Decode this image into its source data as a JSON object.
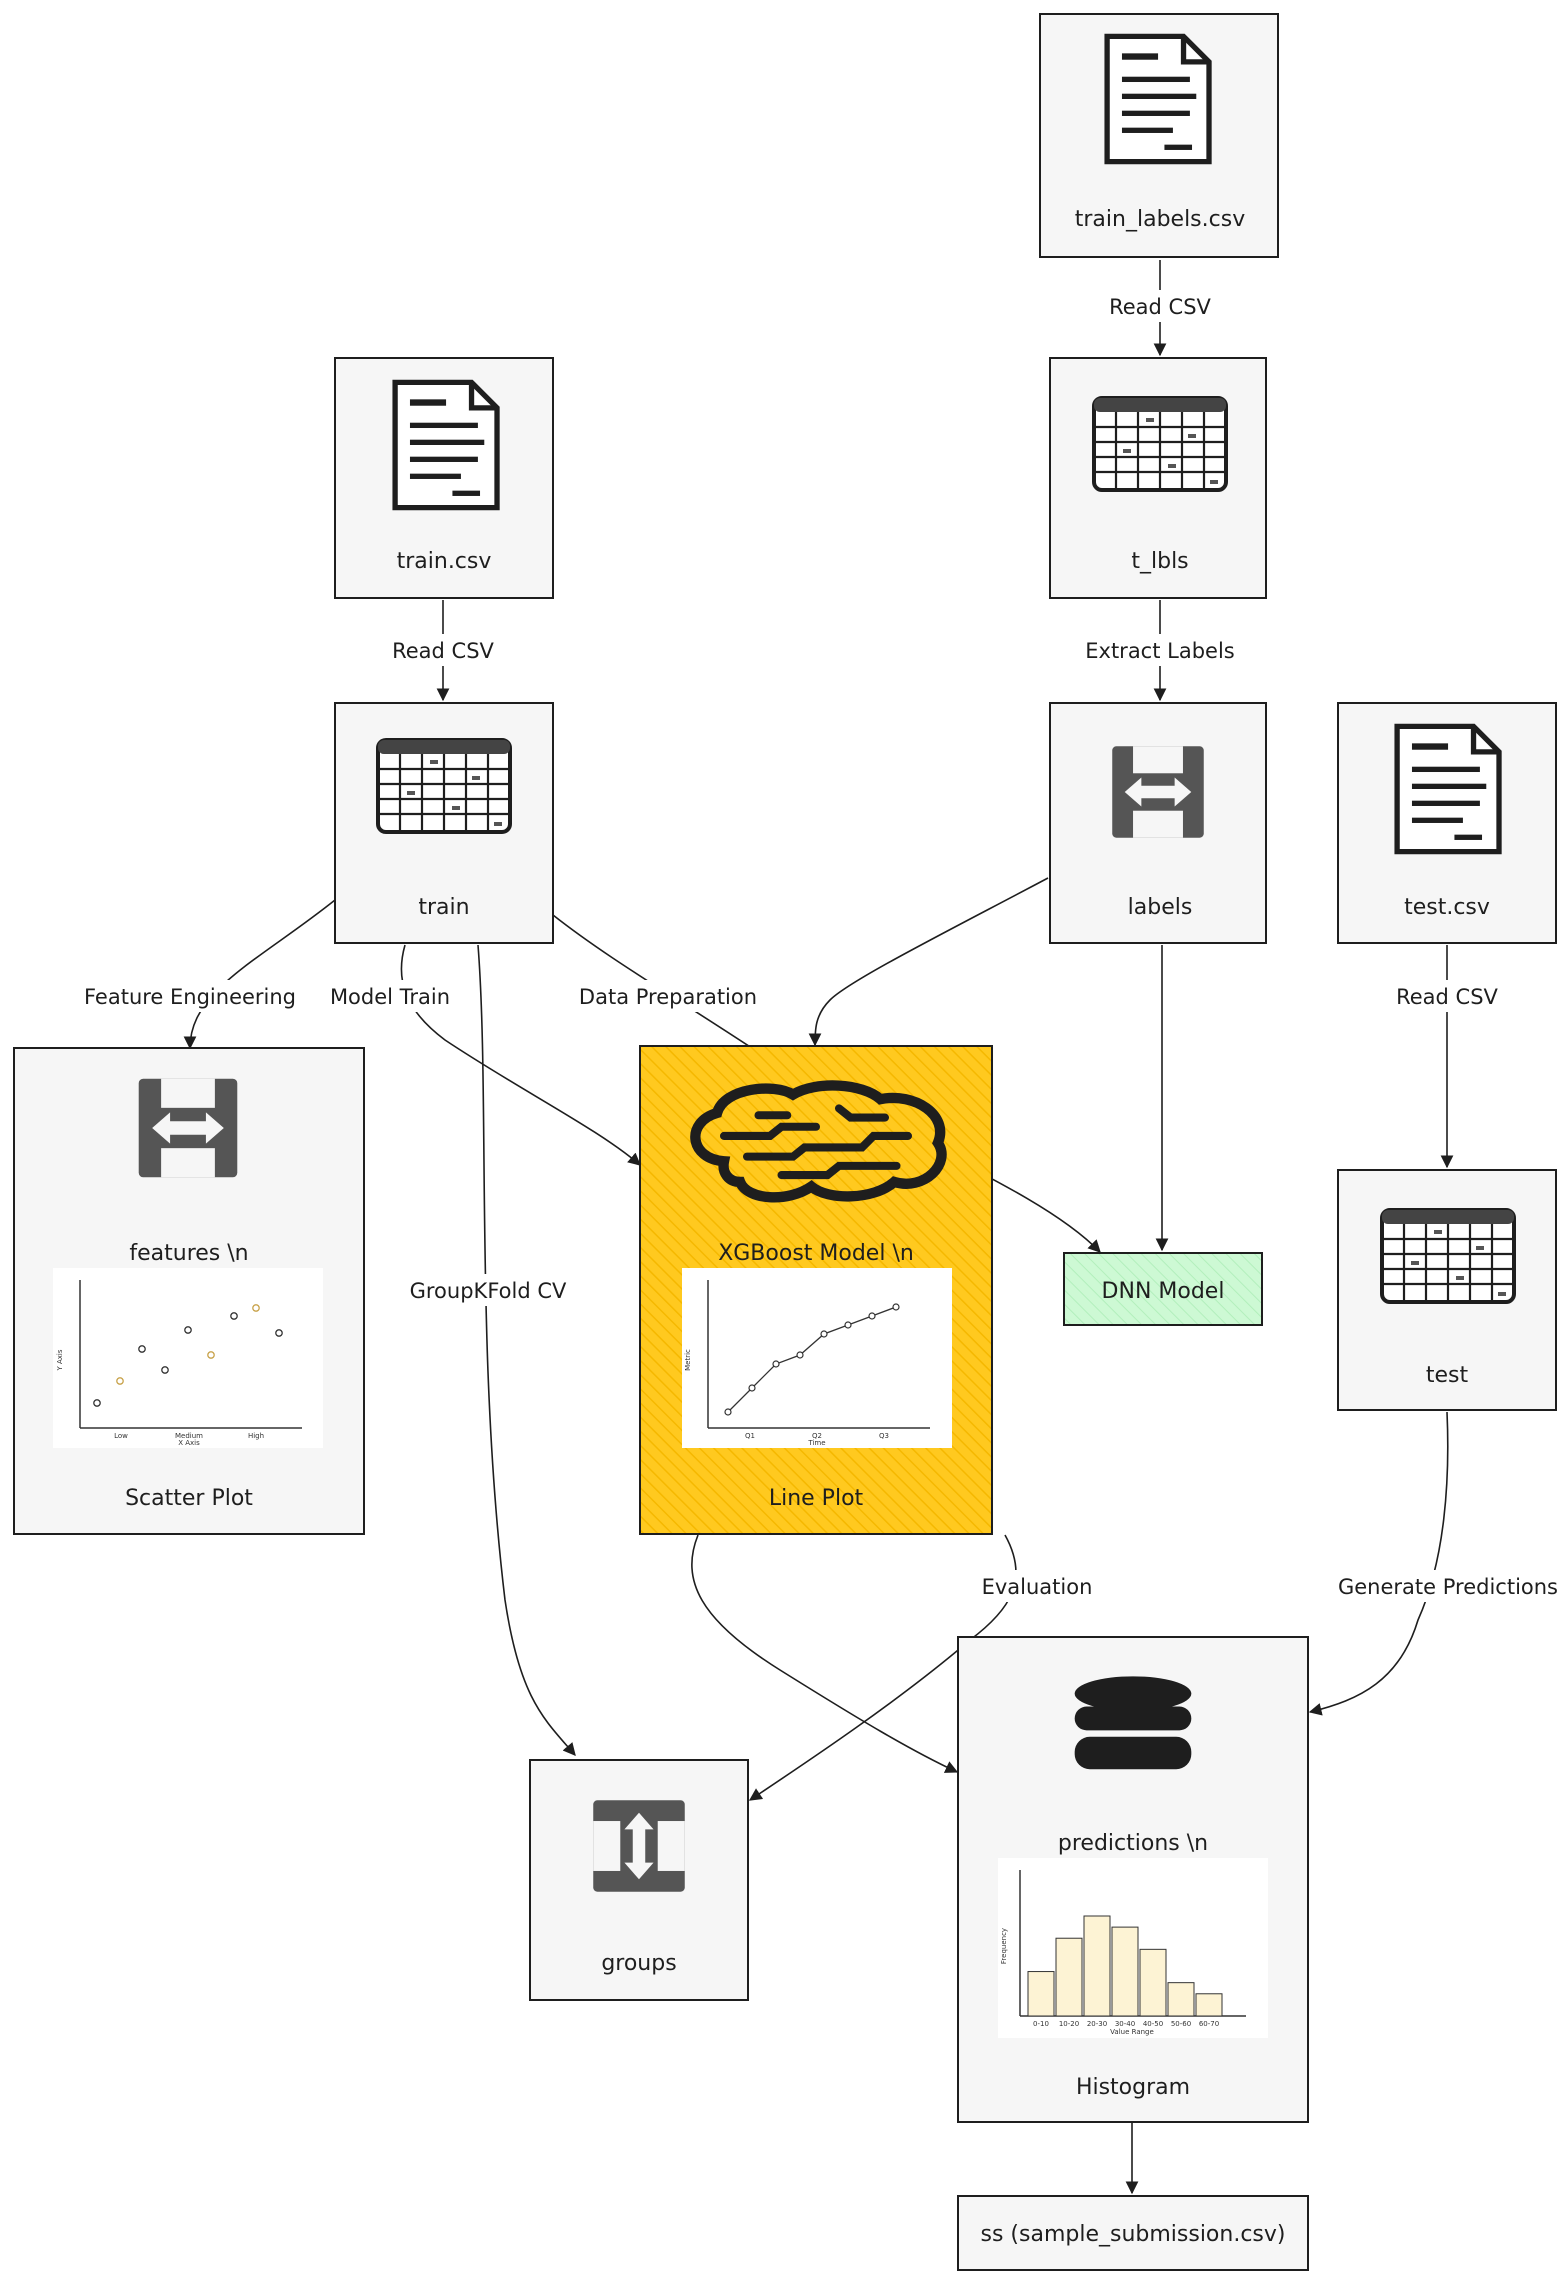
{
  "nodes": {
    "train_labels_csv": "train_labels.csv",
    "t_lbls": "t_lbls",
    "train_csv": "train.csv",
    "train": "train",
    "labels": "labels",
    "test_csv": "test.csv",
    "features": "features \\n",
    "features_chart": "Scatter Plot",
    "xgboost": "XGBoost Model \\n",
    "xgboost_chart": "Line Plot",
    "dnn": "DNN Model",
    "test": "test",
    "groups": "groups",
    "predictions": "predictions \\n",
    "predictions_chart": "Histogram",
    "ss": "ss (sample_submission.csv)"
  },
  "edges": {
    "read_csv_labels": "Read CSV",
    "read_csv_train": "Read CSV",
    "extract_labels": "Extract Labels",
    "read_csv_test": "Read CSV",
    "feature_engineering": "Feature Engineering",
    "model_train": "Model Train",
    "data_preparation": "Data Preparation",
    "groupkfold_cv": "GroupKFold CV",
    "evaluation": "Evaluation",
    "generate_predictions": "Generate Predictions"
  },
  "mini_charts": {
    "scatter": {
      "x_ticks": [
        "Low",
        "Medium",
        "High"
      ],
      "xlabel": "X Axis",
      "ylabel": "Y Axis"
    },
    "line": {
      "x_ticks": [
        "Q1",
        "Q2",
        "Q3"
      ],
      "xlabel": "Time",
      "ylabel": "Metric"
    },
    "hist": {
      "categories": [
        "0-10",
        "10-20",
        "20-30",
        "30-40",
        "40-50",
        "50-60",
        "60-70"
      ],
      "values": [
        4,
        7,
        9,
        8,
        6,
        3,
        2
      ],
      "xlabel": "Value Range",
      "ylabel": "Frequency"
    }
  },
  "colors": {
    "xgboost_fill": "#ffc91f",
    "dnn_fill": "#c9f7d0",
    "node_fill": "#f6f6f6",
    "stroke": "#1e1e1e"
  }
}
